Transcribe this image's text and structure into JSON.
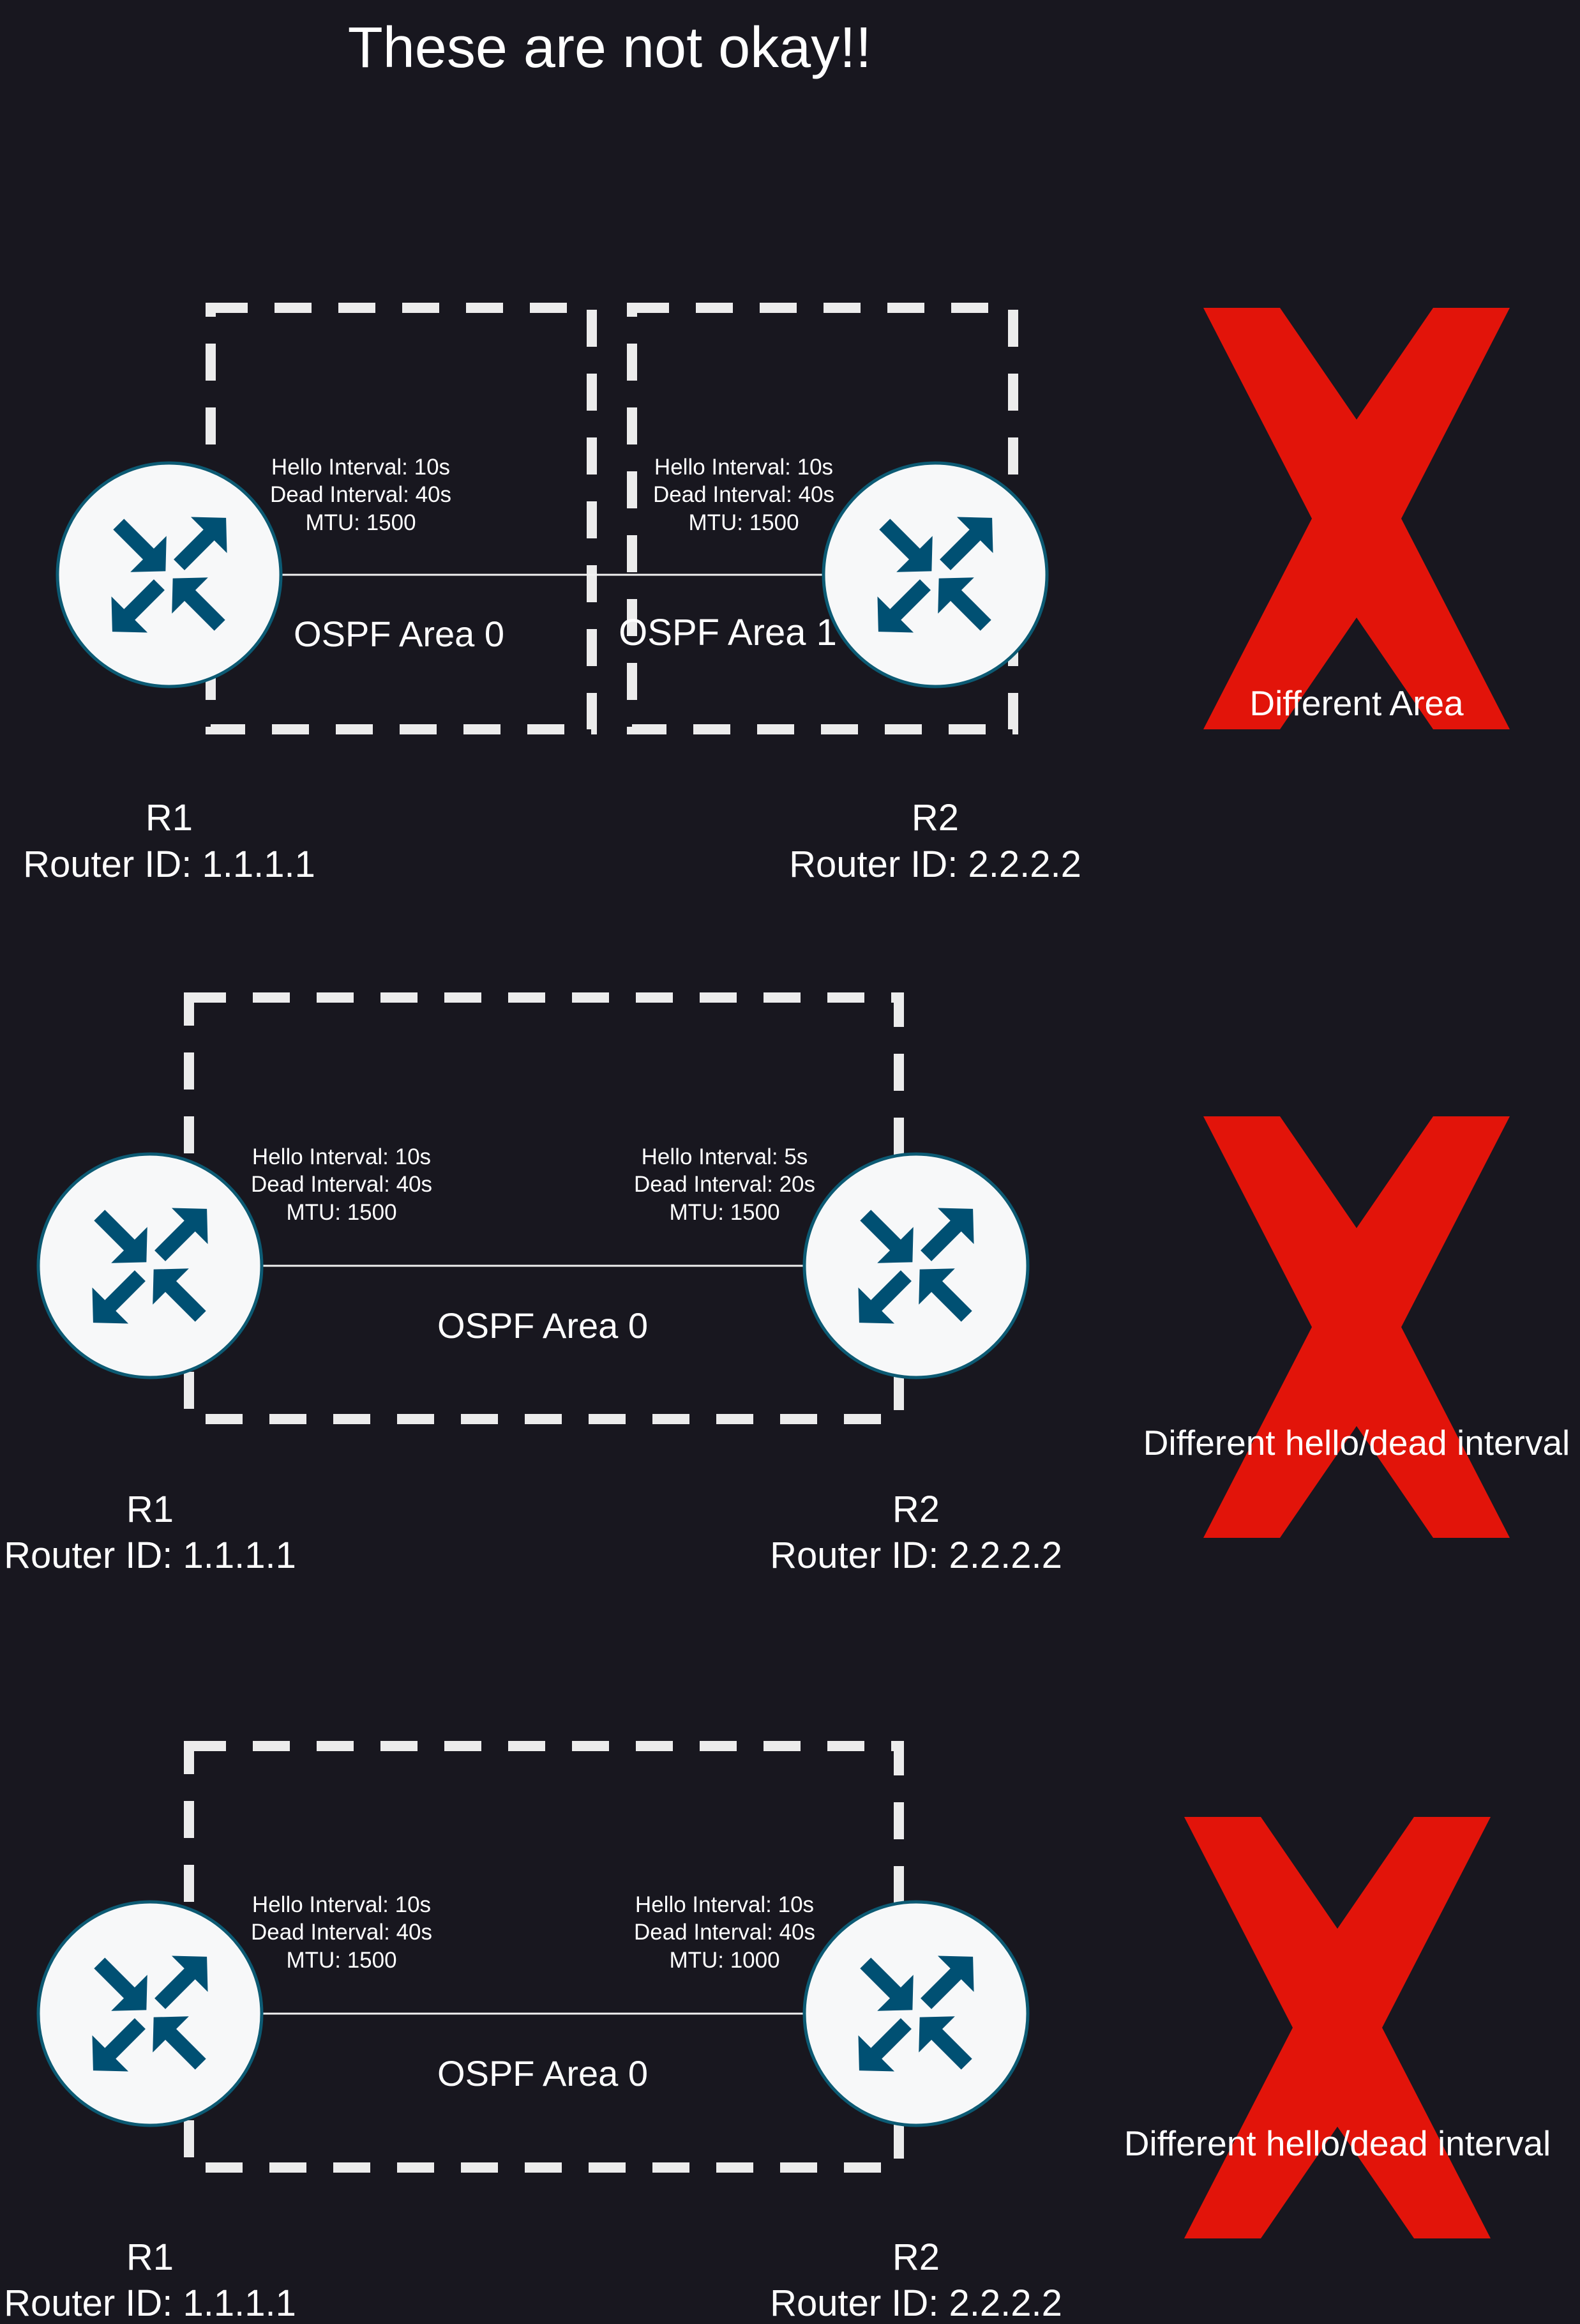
{
  "title": "These are not okay!!",
  "colors": {
    "background": "#18171f",
    "router_body": "#f7f8f9",
    "router_arrows": "#005073",
    "x_mark": "#e2140a",
    "area_border": "#ececec"
  },
  "icons": {
    "router": "router-icon",
    "fail": "x-mark-icon"
  },
  "scenarios": [
    {
      "verdict": "Different Area",
      "r1": {
        "name": "R1",
        "router_id": "Router ID: 1.1.1.1",
        "hello": "Hello Interval: 10s",
        "dead": "Dead Interval: 40s",
        "mtu": "MTU: 1500"
      },
      "r2": {
        "name": "R2",
        "router_id": "Router ID: 2.2.2.2",
        "hello": "Hello Interval: 10s",
        "dead": "Dead Interval: 40s",
        "mtu": "MTU: 1500"
      },
      "areas": [
        "OSPF Area 0",
        "OSPF Area 1"
      ]
    },
    {
      "verdict": "Different hello/dead interval",
      "r1": {
        "name": "R1",
        "router_id": "Router ID: 1.1.1.1",
        "hello": "Hello Interval: 10s",
        "dead": "Dead Interval: 40s",
        "mtu": "MTU: 1500"
      },
      "r2": {
        "name": "R2",
        "router_id": "Router ID: 2.2.2.2",
        "hello": "Hello Interval: 5s",
        "dead": "Dead Interval: 20s",
        "mtu": "MTU: 1500"
      },
      "areas": [
        "OSPF Area 0"
      ]
    },
    {
      "verdict": "Different hello/dead interval",
      "r1": {
        "name": "R1",
        "router_id": "Router ID: 1.1.1.1",
        "hello": "Hello Interval: 10s",
        "dead": "Dead Interval: 40s",
        "mtu": "MTU: 1500"
      },
      "r2": {
        "name": "R2",
        "router_id": "Router ID: 2.2.2.2",
        "hello": "Hello Interval: 10s",
        "dead": "Dead Interval: 40s",
        "mtu": "MTU: 1000"
      },
      "areas": [
        "OSPF Area 0"
      ]
    }
  ]
}
